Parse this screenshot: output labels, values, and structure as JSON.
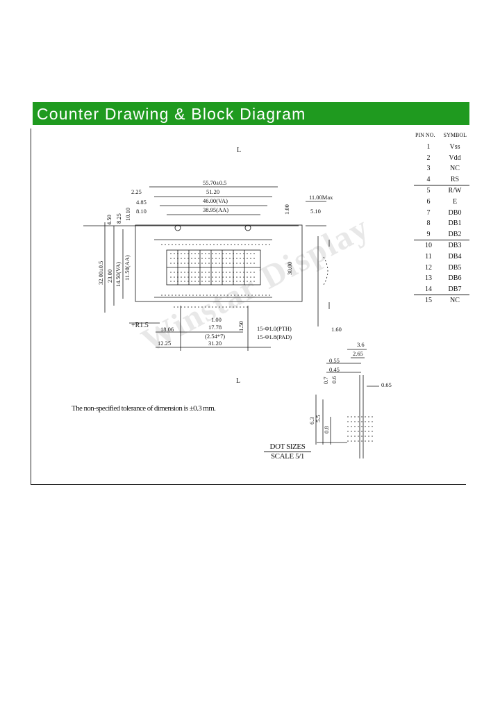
{
  "header": {
    "title": "Counter Drawing & Block Diagram"
  },
  "pin_table": {
    "col_no": "PIN NO.",
    "col_symbol": "SYMBOL",
    "rows": [
      {
        "no": "1",
        "sym": "Vss"
      },
      {
        "no": "2",
        "sym": "Vdd"
      },
      {
        "no": "3",
        "sym": "NC"
      },
      {
        "no": "4",
        "sym": "RS"
      },
      {
        "no": "5",
        "sym": "R/W"
      },
      {
        "no": "6",
        "sym": "E"
      },
      {
        "no": "7",
        "sym": "DB0"
      },
      {
        "no": "8",
        "sym": "DB1"
      },
      {
        "no": "9",
        "sym": "DB2"
      },
      {
        "no": "10",
        "sym": "DB3"
      },
      {
        "no": "11",
        "sym": "DB4"
      },
      {
        "no": "12",
        "sym": "DB5"
      },
      {
        "no": "13",
        "sym": "DB6"
      },
      {
        "no": "14",
        "sym": "DB7"
      },
      {
        "no": "15",
        "sym": "NC"
      }
    ]
  },
  "dims": {
    "d1": "55.70±0.5",
    "d2": "51.20",
    "d3": "46.00(VA)",
    "d4": "38.95(AA)",
    "d5": "2.25",
    "d6": "4.85",
    "d7": "8.10",
    "d8": "10.10",
    "d9": "4.50",
    "d10": "8.25",
    "d11": "32.00±0.5",
    "d12": "23.00",
    "d13": "14.50(VA)",
    "d14": "11.50(AA)",
    "d15": "11.00Max",
    "d16": "5.10",
    "d17": "1.00",
    "d18": "30.00",
    "d19": "1.60",
    "d20": "+R1.5",
    "d21": "18.06",
    "d22": "17.78",
    "d23": "(2.54*7)",
    "d24": "31.20",
    "d25": "12.25",
    "d26": "1.00",
    "d27": "1.50",
    "d28": "15-Φ1.0(PTH)",
    "d29": "15-Φ1.8(PAD)",
    "d30": "3.6",
    "d31": "2.65",
    "d32": "0.55",
    "d33": "0.45",
    "d34": "0.7",
    "d35": "0.6",
    "d36": "0.65",
    "d37": "6.3",
    "d38": "5.5",
    "d39": "0.8",
    "mark_top": "L",
    "mark_bottom": "L"
  },
  "note": "The non-specified tolerance of dimension is ±0.3 mm.",
  "dot_sizes": "DOT SIZES",
  "scale": "SCALE 5/1",
  "watermark": "Winstar Display"
}
